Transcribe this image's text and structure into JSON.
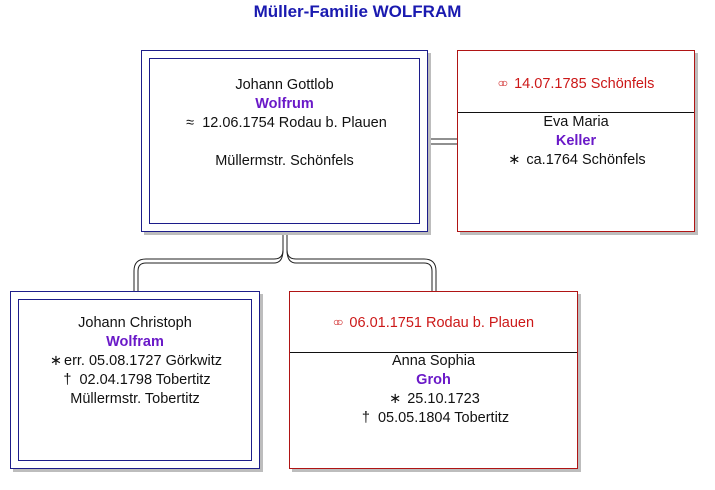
{
  "title": "Müller-Familie WOLFRAM",
  "father": {
    "given": "Johann Gottlob",
    "surname": "Wolfrum",
    "birth_symbol": "≈",
    "birth": "12.06.1754 Rodau b. Plauen",
    "occupation": "Müllermstr. Schönfels"
  },
  "father_spouse": {
    "marriage_icon": "rings-icon",
    "marriage": "14.07.1785 Schönfels",
    "given": "Eva Maria",
    "surname": "Keller",
    "birth_symbol": "∗",
    "birth": "ca.1764 Schönfels"
  },
  "child": {
    "given": "Johann Christoph",
    "surname": "Wolfram",
    "birth_symbol": "∗",
    "birth": "err. 05.08.1727 Görkwitz",
    "death_symbol": "†",
    "death": "02.04.1798 Tobertitz",
    "occupation": "Müllermstr. Tobertitz"
  },
  "child_spouse": {
    "marriage_icon": "rings-icon",
    "marriage": "06.01.1751 Rodau b. Plauen",
    "given": "Anna Sophia",
    "surname": "Groh",
    "birth_symbol": "∗",
    "birth": "25.10.1723",
    "death_symbol": "†",
    "death": "05.05.1804 Tobertitz"
  },
  "colors": {
    "title": "#1a1ab0",
    "person_border": "#1c1c8a",
    "spouse_border": "#b01414",
    "marriage_text": "#cc1818",
    "surname": "#6a19c8"
  }
}
